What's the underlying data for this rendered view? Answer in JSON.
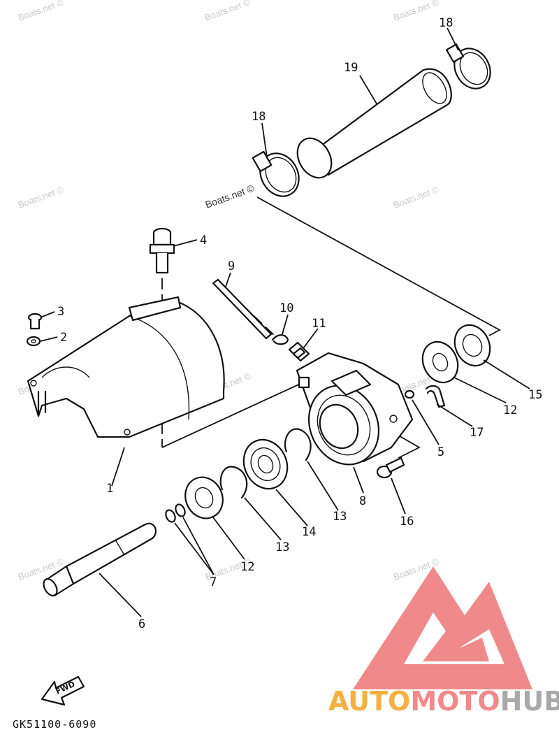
{
  "diagram": {
    "part_code": "GK51100-6090",
    "direction_label": "FWD",
    "watermark_text": "Boats.net ©",
    "callouts": {
      "c1": "1",
      "c2": "2",
      "c3": "3",
      "c4": "4",
      "c5": "5",
      "c6": "6",
      "c7": "7",
      "c8": "8",
      "c9": "9",
      "c10": "10",
      "c11": "11",
      "c12a": "12",
      "c12b": "12",
      "c13a": "13",
      "c13b": "13",
      "c14": "14",
      "c15": "15",
      "c16": "16",
      "c17": "17",
      "c18a": "18",
      "c18b": "18",
      "c19": "19"
    }
  },
  "logo": {
    "auto": "AUTO",
    "moto": "MOTO",
    "hub": "HUB",
    "colors": {
      "red": "#f08a8a",
      "yellow": "#f5b041",
      "gray": "#a9a9a9"
    }
  }
}
